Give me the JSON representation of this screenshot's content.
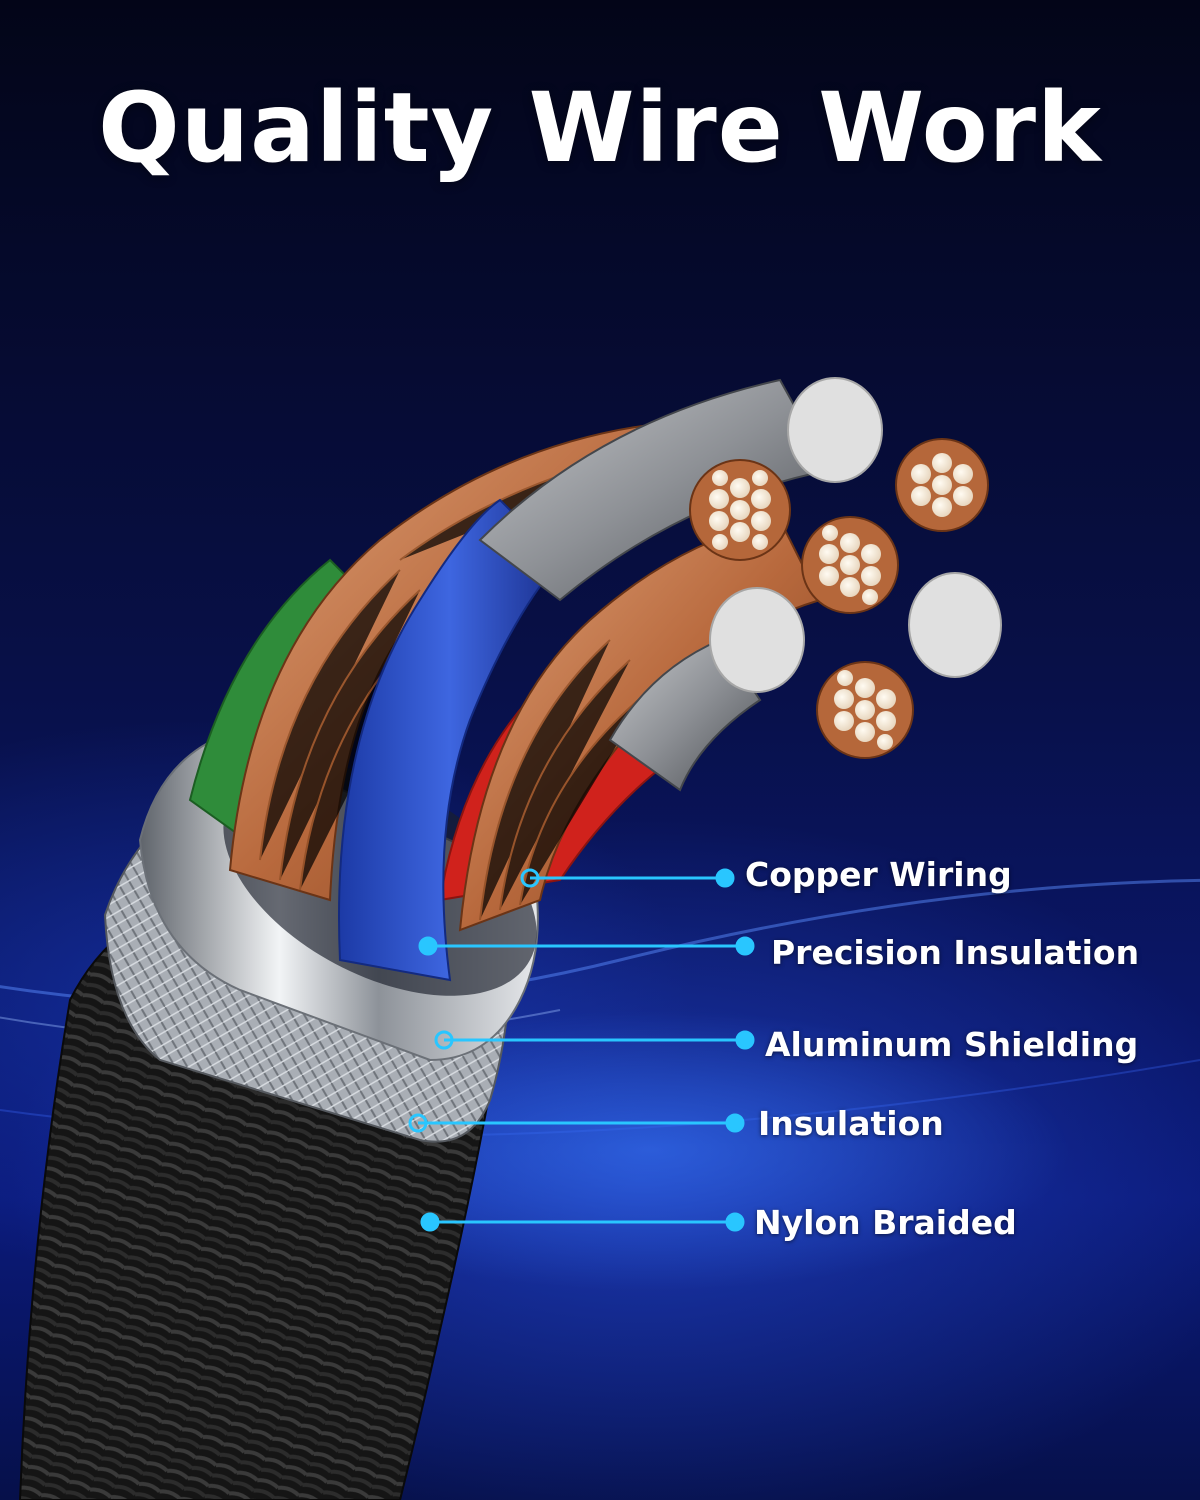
{
  "title": "Quality Wire Work",
  "callouts": [
    {
      "label": "Copper Wiring"
    },
    {
      "label": "Precision Insulation"
    },
    {
      "label": "Aluminum Shielding"
    },
    {
      "label": "Insulation"
    },
    {
      "label": "Nylon Braided"
    }
  ],
  "colors": {
    "background": "#081048",
    "callout_line": "#29c6ff",
    "copper": "#c57a4a",
    "shield": "#c9cdd3",
    "braid": "#1a1a1a",
    "conductor_blue": "#2c4fc0",
    "conductor_green": "#2f8c3a",
    "conductor_red": "#d0221c",
    "conductor_white": "#dcdcdc"
  }
}
